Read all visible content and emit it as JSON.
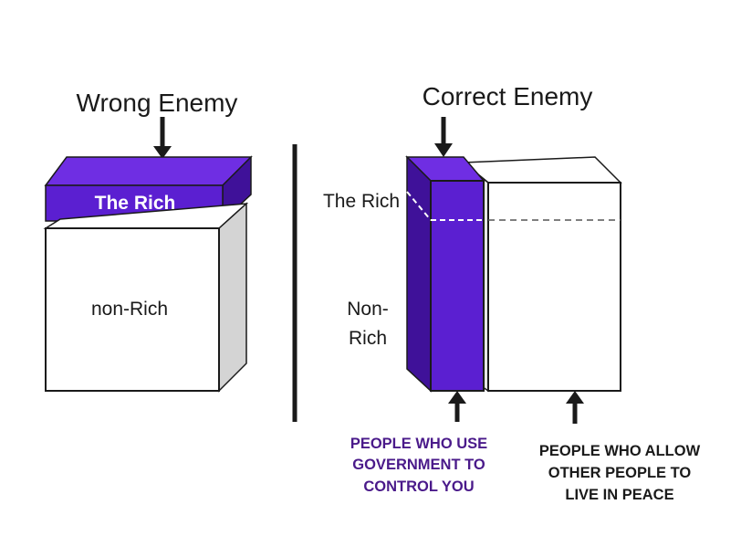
{
  "left_panel": {
    "title": "Wrong Enemy",
    "top_block_label": "The Rich",
    "bottom_block_label": "non-Rich"
  },
  "right_panel": {
    "title": "Correct Enemy",
    "side_label_top": "The Rich",
    "side_label_bottom_line1": "Non-",
    "side_label_bottom_line2": "Rich",
    "caption_left": [
      "PEOPLE WHO USE",
      "GOVERNMENT TO",
      "CONTROL YOU"
    ],
    "caption_right": [
      "PEOPLE WHO ALLOW",
      "OTHER PEOPLE TO",
      "LIVE IN PEACE"
    ]
  },
  "colors": {
    "purple_front": "#5b1fd1",
    "purple_top": "#6f2ee3",
    "purple_side": "#3f1199",
    "purple_text": "#4a1a8a",
    "grey_side": "#d4d4d4",
    "stroke": "#1a1a1a"
  }
}
